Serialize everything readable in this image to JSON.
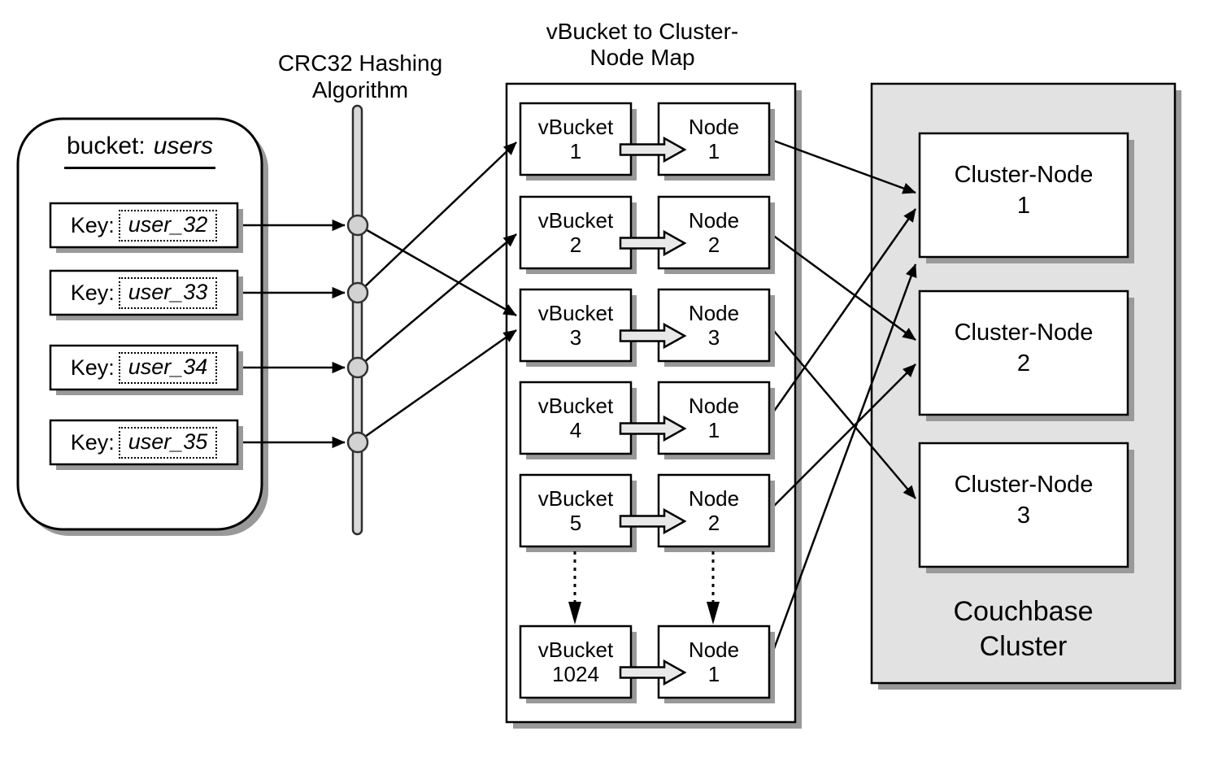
{
  "bucket_panel": {
    "title_label": "bucket:",
    "title_value": "users",
    "keys": [
      {
        "label": "Key:",
        "value": "user_32"
      },
      {
        "label": "Key:",
        "value": "user_33"
      },
      {
        "label": "Key:",
        "value": "user_34"
      },
      {
        "label": "Key:",
        "value": "user_35"
      }
    ]
  },
  "hashing": {
    "line1": "CRC32 Hashing",
    "line2": "Algorithm"
  },
  "map_panel": {
    "title_line1": "vBucket to Cluster-",
    "title_line2": "Node Map",
    "rows": [
      {
        "vbucket_label": "vBucket",
        "vbucket_num": "1",
        "node_label": "Node",
        "node_num": "1"
      },
      {
        "vbucket_label": "vBucket",
        "vbucket_num": "2",
        "node_label": "Node",
        "node_num": "2"
      },
      {
        "vbucket_label": "vBucket",
        "vbucket_num": "3",
        "node_label": "Node",
        "node_num": "3"
      },
      {
        "vbucket_label": "vBucket",
        "vbucket_num": "4",
        "node_label": "Node",
        "node_num": "1"
      },
      {
        "vbucket_label": "vBucket",
        "vbucket_num": "5",
        "node_label": "Node",
        "node_num": "2"
      },
      {
        "vbucket_label": "vBucket",
        "vbucket_num": "1024",
        "node_label": "Node",
        "node_num": "1"
      }
    ]
  },
  "cluster_panel": {
    "nodes": [
      {
        "label": "Cluster-Node",
        "num": "1"
      },
      {
        "label": "Cluster-Node",
        "num": "2"
      },
      {
        "label": "Cluster-Node",
        "num": "3"
      }
    ],
    "caption_line1": "Couchbase",
    "caption_line2": "Cluster"
  },
  "connections": {
    "key_to_vbucket": [
      {
        "key": "user_32",
        "vbucket": "3"
      },
      {
        "key": "user_33",
        "vbucket": "1"
      },
      {
        "key": "user_34",
        "vbucket": "2"
      },
      {
        "key": "user_35",
        "vbucket": "3"
      }
    ],
    "vbucket_to_node": [
      {
        "vbucket": "1",
        "node": "1"
      },
      {
        "vbucket": "2",
        "node": "2"
      },
      {
        "vbucket": "3",
        "node": "3"
      },
      {
        "vbucket": "4",
        "node": "1"
      },
      {
        "vbucket": "5",
        "node": "2"
      },
      {
        "vbucket": "1024",
        "node": "1"
      }
    ],
    "node_to_cluster_node": [
      {
        "map_row_node": "1",
        "cluster_node": "1"
      },
      {
        "map_row_node": "2",
        "cluster_node": "2"
      },
      {
        "map_row_node": "3",
        "cluster_node": "3"
      },
      {
        "map_row_node": "1",
        "cluster_node": "1"
      },
      {
        "map_row_node": "2",
        "cluster_node": "2"
      },
      {
        "map_row_node": "1",
        "cluster_node": "1"
      }
    ]
  },
  "colors": {
    "border": "#000000",
    "shadow": "#999999",
    "cluster_bg": "#e2e2e2",
    "bar_fill": "#d9d9d9",
    "circle_fill": "#d2d2d2",
    "fat_arrow_fill": "#e8e8e8"
  }
}
